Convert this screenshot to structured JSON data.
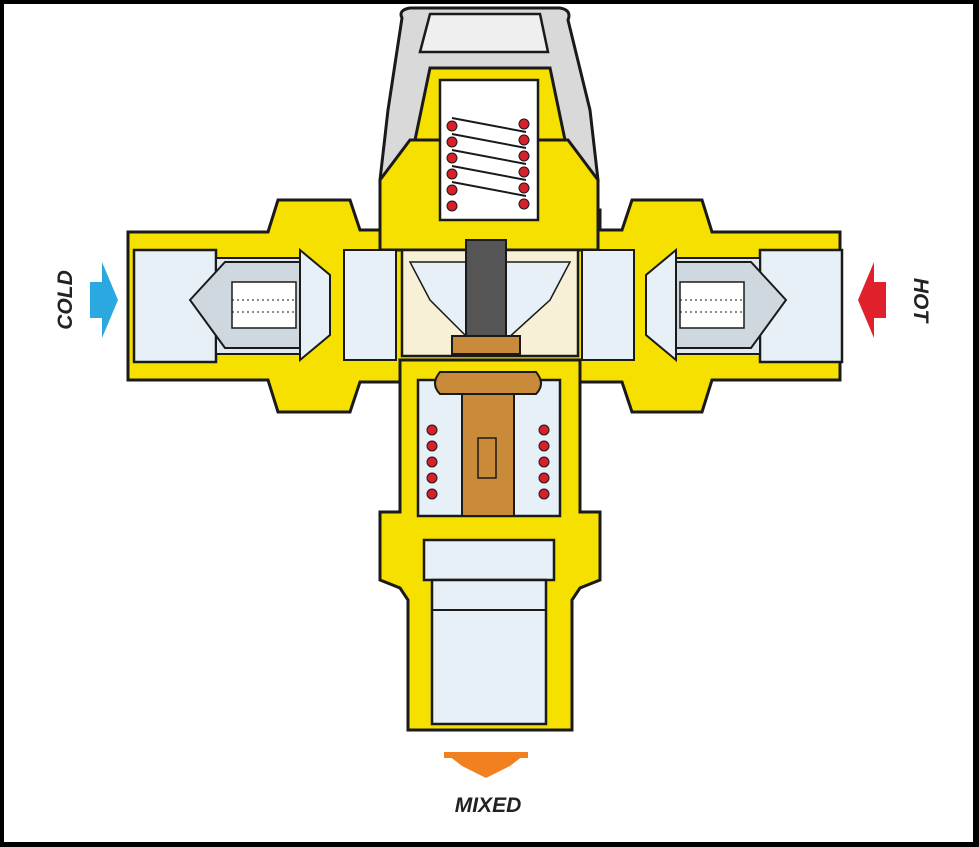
{
  "labels": {
    "cold": "COLD",
    "hot": "HOT",
    "mixed": "MIXED"
  },
  "colors": {
    "brass": "#f5e000",
    "outline": "#1a1a1a",
    "cold_arrow": "#2aa8e0",
    "hot_arrow": "#e0202a",
    "mixed_arrow": "#f08020",
    "spring_dot": "#d8202a",
    "bore": "#e6f0f6",
    "cap": "#d9d9d9",
    "piston": "#c98a3a"
  }
}
